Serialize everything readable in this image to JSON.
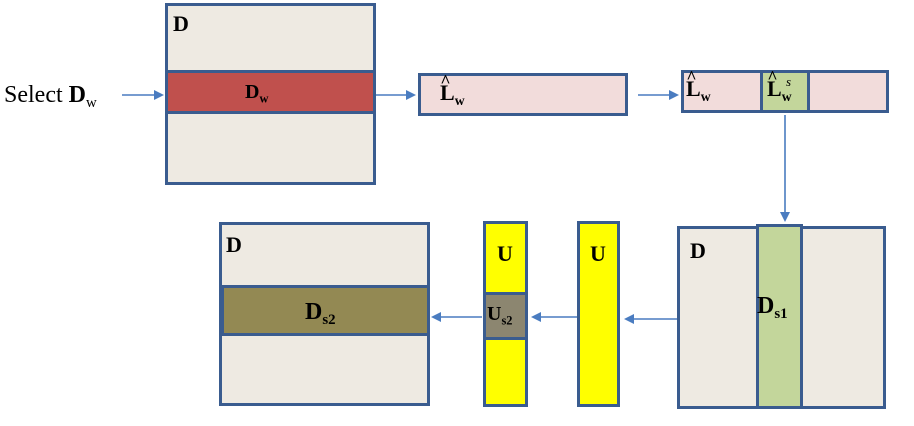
{
  "select_prefix": "Select ",
  "D": "D",
  "w": "w",
  "L": "L",
  "s": "s",
  "s1": "s1",
  "s2": "s2",
  "U": "U",
  "colors": {
    "border": "#3a5c8f",
    "matrix": "#eeeae2",
    "row_band": "#c0504d",
    "projection": "#f2dcdb",
    "column_band": "#c3d69b",
    "output_band": "#938953",
    "u_vector": "#ffff00"
  }
}
